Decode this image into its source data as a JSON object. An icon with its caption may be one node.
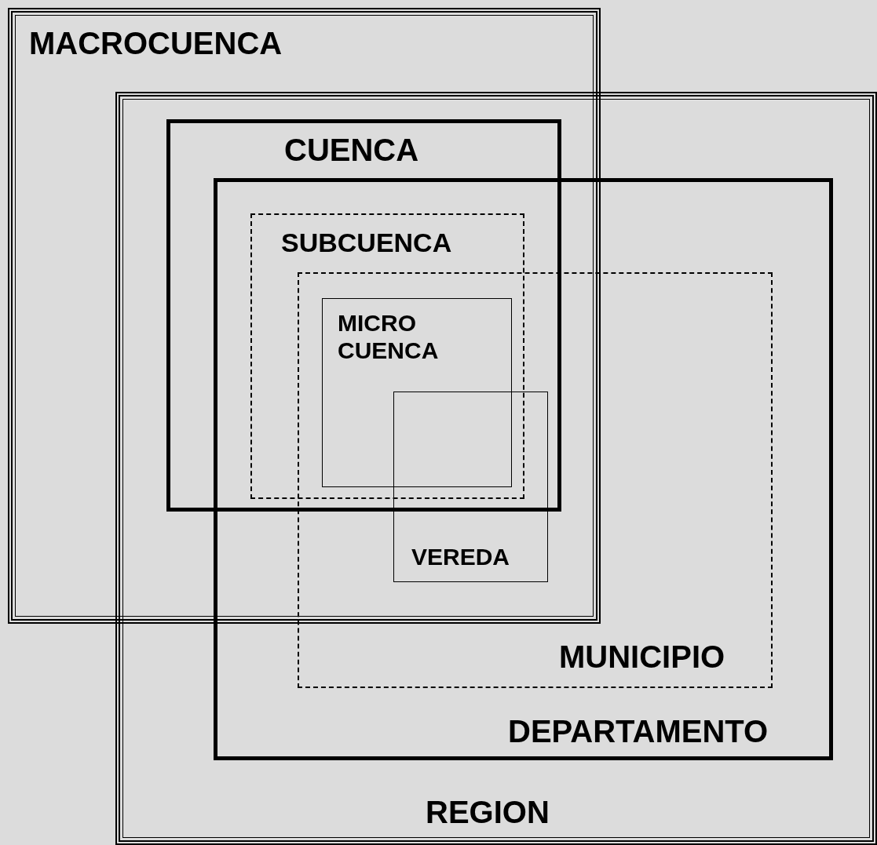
{
  "diagram": {
    "nodes": [
      {
        "text": [
          "MACROCUENCA"
        ]
      },
      {
        "text": [
          "REGION"
        ]
      },
      {
        "text": [
          "CUENCA"
        ]
      },
      {
        "text": [
          "DEPARTAMENTO"
        ],
        "in": 1
      },
      {
        "text": [
          "SUBCUENCA"
        ]
      },
      {
        "text": [
          "MUNICIPIO"
        ],
        "in": 3
      },
      {
        "text": [
          "MICRO CUENCA"
        ]
      },
      {
        "text": [
          "VEREDA"
        ]
      }
    ]
  }
}
